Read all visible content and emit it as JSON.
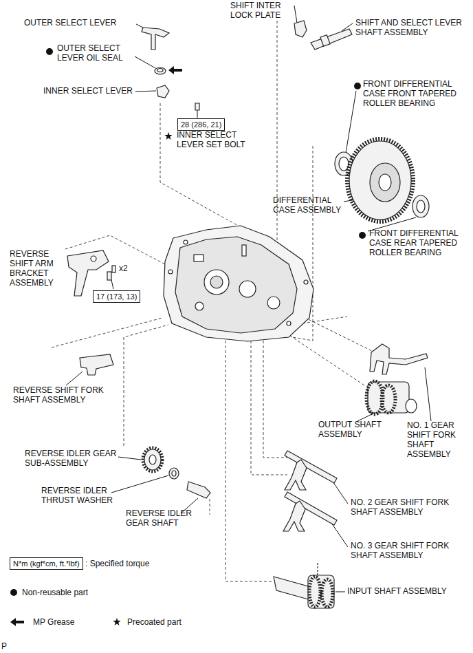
{
  "diagram": {
    "nodes": [
      {
        "text": [
          "28 (286, 21)"
        ]
      },
      {
        "text": [
          "17 (173, 13)"
        ]
      },
      {
        "text": [
          "N*m (kgf*cm, ft.*lbf)"
        ]
      }
    ],
    "labels": [
      "SHIFT INTER LOCK PLATE",
      "OUTER SELECT LEVER",
      "SHIFT AND SELECT LEVER SHAFT ASSEMBLY",
      "OUTER SELECT LEVER OIL SEAL",
      "FRONT DIFFERENTIAL CASE FRONT TAPERED ROLLER BEARING",
      "INNER SELECT LEVER",
      "INNER SELECT LEVER SET BOLT",
      "DIFFERENTIAL CASE ASSEMBLY",
      "FRONT DIFFERENTIAL CASE REAR TAPERED ROLLER BEARING",
      "REVERSE SHIFT ARM BRACKET ASSEMBLY",
      "x2",
      "REVERSE SHIFT FORK SHAFT ASSEMBLY",
      "OUTPUT SHAFT ASSEMBLY",
      "NO. 1 GEAR SHIFT FORK SHAFT ASSEMBLY",
      "REVERSE IDLER GEAR SUB-ASSEMBLY",
      "REVERSE IDLER THRUST WASHER",
      "REVERSE IDLER GEAR SHAFT",
      "NO. 2 GEAR SHIFT FORK SHAFT ASSEMBLY",
      "NO. 3 GEAR SHIFT FORK SHAFT ASSEMBLY",
      "INPUT SHAFT ASSEMBLY",
      "P"
    ],
    "legend": [
      {
        "text": ": Specified torque"
      },
      {
        "text": "Non-reusable part"
      },
      {
        "text": "MP Grease"
      },
      {
        "text": "Precoated part"
      }
    ]
  }
}
